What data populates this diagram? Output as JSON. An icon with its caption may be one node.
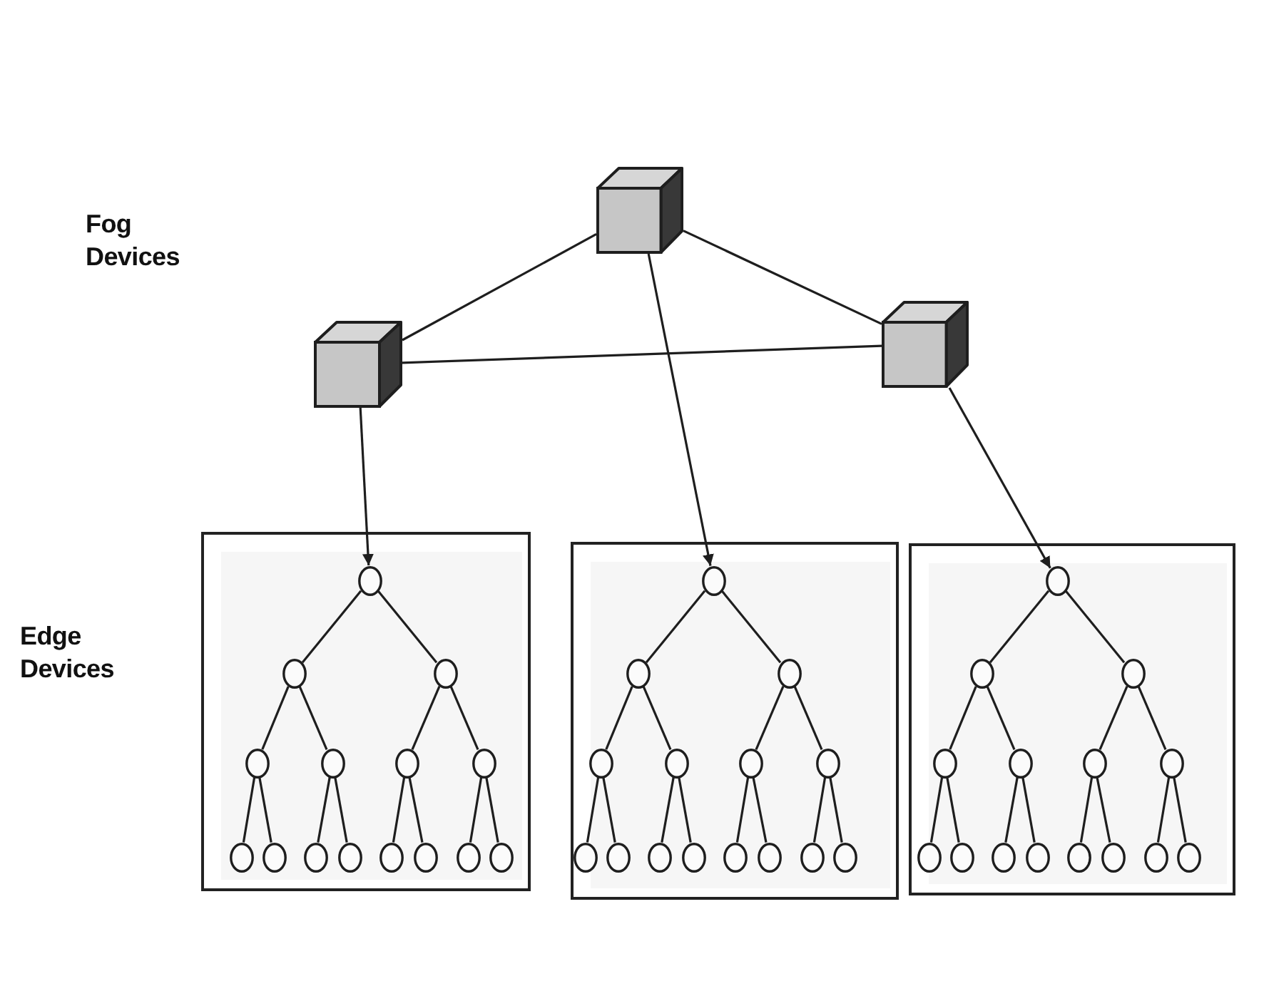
{
  "diagram": {
    "nodes": [
      {
        "text": [],
        "shape": "cube"
      },
      {
        "text": [],
        "shape": "cube"
      },
      {
        "text": [],
        "shape": "cube"
      },
      {
        "text": [],
        "shape": "box"
      },
      {
        "text": [],
        "shape": "circle",
        "in": 3
      },
      {
        "text": [],
        "shape": "circle",
        "in": 3
      },
      {
        "text": [],
        "shape": "circle",
        "in": 3
      },
      {
        "text": [],
        "shape": "circle",
        "in": 3
      },
      {
        "text": [],
        "shape": "circle",
        "in": 3
      },
      {
        "text": [],
        "shape": "circle",
        "in": 3
      },
      {
        "text": [],
        "shape": "circle",
        "in": 3
      },
      {
        "text": [],
        "shape": "circle",
        "in": 3
      },
      {
        "text": [],
        "shape": "circle",
        "in": 3
      },
      {
        "text": [],
        "shape": "circle",
        "in": 3
      },
      {
        "text": [],
        "shape": "circle",
        "in": 3
      },
      {
        "text": [],
        "shape": "circle",
        "in": 3
      },
      {
        "text": [],
        "shape": "circle",
        "in": 3
      },
      {
        "text": [],
        "shape": "circle",
        "in": 3
      },
      {
        "text": [],
        "shape": "circle",
        "in": 3
      },
      {
        "text": [],
        "shape": "box"
      },
      {
        "text": [],
        "shape": "circle",
        "in": 19
      },
      {
        "text": [],
        "shape": "circle",
        "in": 19
      },
      {
        "text": [],
        "shape": "circle",
        "in": 19
      },
      {
        "text": [],
        "shape": "circle",
        "in": 19
      },
      {
        "text": [],
        "shape": "circle",
        "in": 19
      },
      {
        "text": [],
        "shape": "circle",
        "in": 19
      },
      {
        "text": [],
        "shape": "circle",
        "in": 19
      },
      {
        "text": [],
        "shape": "circle",
        "in": 19
      },
      {
        "text": [],
        "shape": "circle",
        "in": 19
      },
      {
        "text": [],
        "shape": "circle",
        "in": 19
      },
      {
        "text": [],
        "shape": "circle",
        "in": 19
      },
      {
        "text": [],
        "shape": "circle",
        "in": 19
      },
      {
        "text": [],
        "shape": "circle",
        "in": 19
      },
      {
        "text": [],
        "shape": "circle",
        "in": 19
      },
      {
        "text": [],
        "shape": "circle",
        "in": 19
      },
      {
        "text": [],
        "shape": "box"
      },
      {
        "text": [],
        "shape": "circle",
        "in": 35
      },
      {
        "text": [],
        "shape": "circle",
        "in": 35
      },
      {
        "text": [],
        "shape": "circle",
        "in": 35
      },
      {
        "text": [],
        "shape": "circle",
        "in": 35
      },
      {
        "text": [],
        "shape": "circle",
        "in": 35
      },
      {
        "text": [],
        "shape": "circle",
        "in": 35
      },
      {
        "text": [],
        "shape": "circle",
        "in": 35
      },
      {
        "text": [],
        "shape": "circle",
        "in": 35
      },
      {
        "text": [],
        "shape": "circle",
        "in": 35
      },
      {
        "text": [],
        "shape": "circle",
        "in": 35
      },
      {
        "text": [],
        "shape": "circle",
        "in": 35
      },
      {
        "text": [],
        "shape": "circle",
        "in": 35
      },
      {
        "text": [],
        "shape": "circle",
        "in": 35
      },
      {
        "text": [],
        "shape": "circle",
        "in": 35
      },
      {
        "text": [],
        "shape": "circle",
        "in": 35
      }
    ],
    "edges": [
      {
        "from": 0,
        "to": 1,
        "arrow": "none"
      },
      {
        "from": 1,
        "to": 2,
        "arrow": "none"
      },
      {
        "from": 0,
        "to": 2,
        "arrow": "none"
      },
      {
        "from": 0,
        "to": 4,
        "arrow": "to"
      },
      {
        "from": 1,
        "to": 20,
        "arrow": "to"
      },
      {
        "from": 2,
        "to": 36,
        "arrow": "to"
      },
      {
        "from": 4,
        "to": 5,
        "arrow": "none"
      },
      {
        "from": 4,
        "to": 6,
        "arrow": "none"
      },
      {
        "from": 5,
        "to": 7,
        "arrow": "none"
      },
      {
        "from": 5,
        "to": 8,
        "arrow": "none"
      },
      {
        "from": 6,
        "to": 9,
        "arrow": "none"
      },
      {
        "from": 6,
        "to": 10,
        "arrow": "none"
      },
      {
        "from": 7,
        "to": 11,
        "arrow": "none"
      },
      {
        "from": 7,
        "to": 12,
        "arrow": "none"
      },
      {
        "from": 8,
        "to": 13,
        "arrow": "none"
      },
      {
        "from": 8,
        "to": 14,
        "arrow": "none"
      },
      {
        "from": 9,
        "to": 15,
        "arrow": "none"
      },
      {
        "from": 9,
        "to": 16,
        "arrow": "none"
      },
      {
        "from": 10,
        "to": 17,
        "arrow": "none"
      },
      {
        "from": 10,
        "to": 18,
        "arrow": "none"
      },
      {
        "from": 20,
        "to": 21,
        "arrow": "none"
      },
      {
        "from": 20,
        "to": 22,
        "arrow": "none"
      },
      {
        "from": 21,
        "to": 23,
        "arrow": "none"
      },
      {
        "from": 21,
        "to": 24,
        "arrow": "none"
      },
      {
        "from": 22,
        "to": 25,
        "arrow": "none"
      },
      {
        "from": 22,
        "to": 26,
        "arrow": "none"
      },
      {
        "from": 23,
        "to": 27,
        "arrow": "none"
      },
      {
        "from": 23,
        "to": 28,
        "arrow": "none"
      },
      {
        "from": 24,
        "to": 29,
        "arrow": "none"
      },
      {
        "from": 24,
        "to": 30,
        "arrow": "none"
      },
      {
        "from": 25,
        "to": 31,
        "arrow": "none"
      },
      {
        "from": 25,
        "to": 32,
        "arrow": "none"
      },
      {
        "from": 26,
        "to": 33,
        "arrow": "none"
      },
      {
        "from": 26,
        "to": 34,
        "arrow": "none"
      },
      {
        "from": 36,
        "to": 37,
        "arrow": "none"
      },
      {
        "from": 36,
        "to": 38,
        "arrow": "none"
      },
      {
        "from": 37,
        "to": 39,
        "arrow": "none"
      },
      {
        "from": 37,
        "to": 40,
        "arrow": "none"
      },
      {
        "from": 38,
        "to": 41,
        "arrow": "none"
      },
      {
        "from": 38,
        "to": 42,
        "arrow": "none"
      },
      {
        "from": 39,
        "to": 43,
        "arrow": "none"
      },
      {
        "from": 39,
        "to": 44,
        "arrow": "none"
      },
      {
        "from": 40,
        "to": 45,
        "arrow": "none"
      },
      {
        "from": 40,
        "to": 46,
        "arrow": "none"
      },
      {
        "from": 41,
        "to": 47,
        "arrow": "none"
      },
      {
        "from": 41,
        "to": 48,
        "arrow": "none"
      },
      {
        "from": 42,
        "to": 49,
        "arrow": "none"
      },
      {
        "from": 42,
        "to": 50,
        "arrow": "none"
      }
    ],
    "labels": [
      "Fog Devices",
      "Edge Devices"
    ]
  }
}
